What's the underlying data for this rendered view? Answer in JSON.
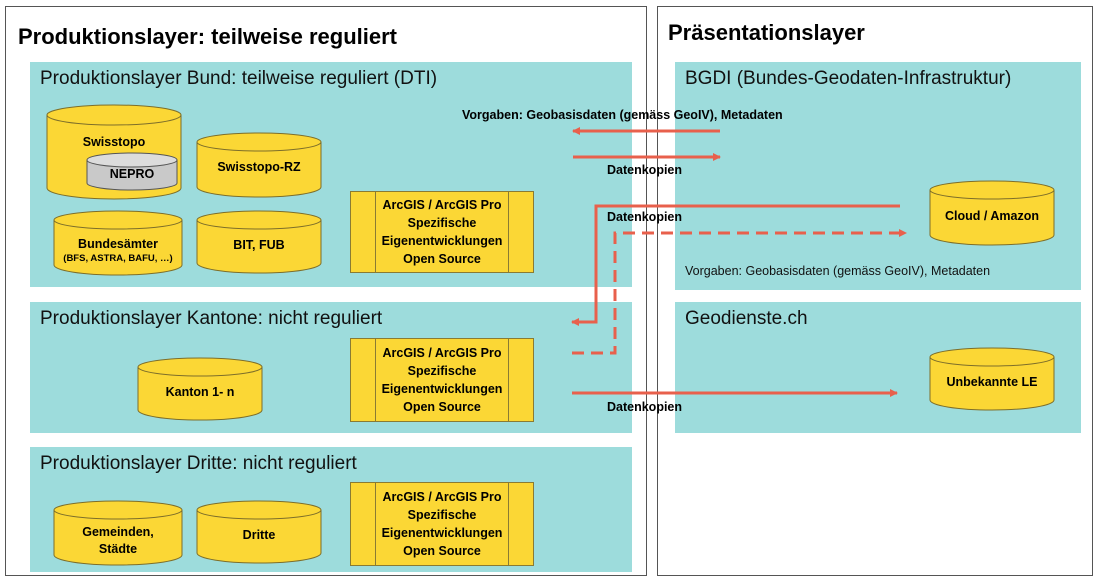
{
  "production": {
    "title": "Produktionslayer: teilweise reguliert",
    "bund": {
      "title": "Produktionslayer Bund: teilweise reguliert (DTI)",
      "swisstopo": "Swisstopo",
      "nepro": "NEPRO",
      "swisstopo_rz": "Swisstopo-RZ",
      "bundesaemter": "Bundesämter",
      "bundesaemter_sub": "(BFS, ASTRA, BAFU, …)",
      "bit_fub": "BIT, FUB",
      "tools": [
        "ArcGIS / ArcGIS Pro",
        "Spezifische",
        "Eigenentwicklungen",
        "Open Source"
      ]
    },
    "kantone": {
      "title": "Produktionslayer Kantone: nicht reguliert",
      "kanton": "Kanton 1- n",
      "tools": [
        "ArcGIS / ArcGIS Pro",
        "Spezifische",
        "Eigenentwicklungen",
        "Open Source"
      ]
    },
    "dritte": {
      "title": "Produktionslayer Dritte: nicht reguliert",
      "gemeinden": [
        "Gemeinden,",
        "Städte"
      ],
      "dritte": "Dritte",
      "tools": [
        "ArcGIS / ArcGIS Pro",
        "Spezifische",
        "Eigenentwicklungen",
        "Open Source"
      ]
    }
  },
  "presentation": {
    "title": "Präsentationslayer",
    "bgdi": {
      "title": "BGDI (Bundes-Geodaten-Infrastruktur)",
      "cloud": "Cloud / Amazon",
      "note": "Vorgaben: Geobasisdaten (gemäss GeoIV), Metadaten"
    },
    "geodienste": {
      "title": "Geodienste.ch",
      "unbekannte": "Unbekannte LE"
    }
  },
  "arrows": {
    "vorgaben": "Vorgaben: Geobasisdaten (gemäss GeoIV), Metadaten",
    "datenkopien_1": "Datenkopien",
    "datenkopien_2": "Datenkopien",
    "datenkopien_3": "Datenkopien"
  },
  "colors": {
    "panel": "#9ddcdc",
    "cylinder": "#fbd735",
    "cylinder_inner": "#c9c9c9",
    "arrow": "#e8604c"
  }
}
